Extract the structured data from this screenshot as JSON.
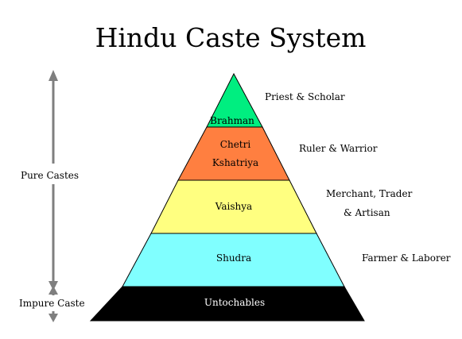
{
  "title": "Hindu Caste System",
  "tiers": [
    {
      "name_lines": [
        "Brahman"
      ],
      "role_lines": [
        "Priest & Scholar"
      ],
      "color": "#00ee80"
    },
    {
      "name_lines": [
        "Chetri",
        "Kshatriya"
      ],
      "role_lines": [
        "Ruler & Warrior"
      ],
      "color": "#ff7f40"
    },
    {
      "name_lines": [
        "Vaishya"
      ],
      "role_lines": [
        "Merchant, Trader",
        "& Artisan"
      ],
      "color": "#ffff80"
    },
    {
      "name_lines": [
        "Shudra"
      ],
      "role_lines": [
        "Farmer & Laborer"
      ],
      "color": "#80ffff"
    },
    {
      "name_lines": [
        "Untochables"
      ],
      "role_lines": [],
      "color": "#000000"
    }
  ],
  "groups": {
    "pure": "Pure Castes",
    "impure": "Impure Caste"
  },
  "arrow_color": "#7f7f7f"
}
